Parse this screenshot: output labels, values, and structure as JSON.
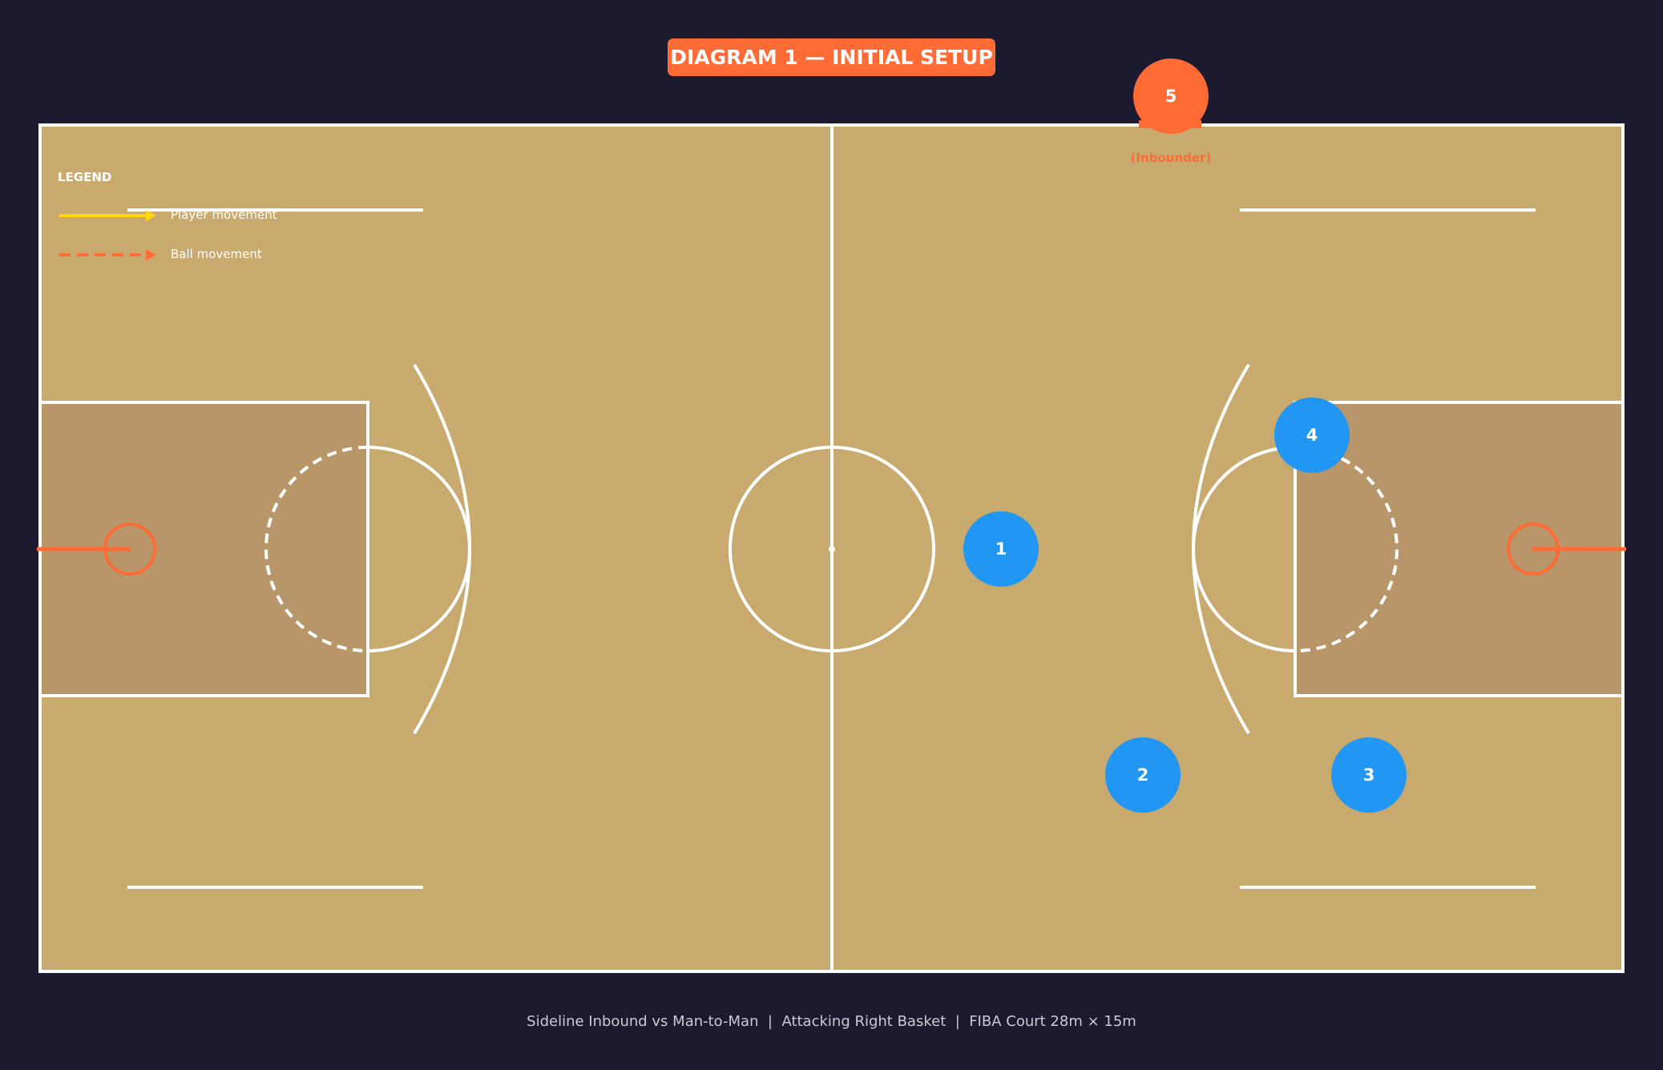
{
  "title": "DIAGRAM 1 — INITIAL SETUP",
  "legend": {
    "heading": "LEGEND",
    "items": [
      {
        "label": "Player movement",
        "color": "#ffd60a",
        "style": "solid"
      },
      {
        "label": "Ball movement",
        "color": "#ff6b35",
        "style": "dashed"
      }
    ]
  },
  "players": [
    {
      "number": "1",
      "team": "offense",
      "color": "#2196f3"
    },
    {
      "number": "2",
      "team": "offense",
      "color": "#2196f3"
    },
    {
      "number": "3",
      "team": "offense",
      "color": "#2196f3"
    },
    {
      "number": "4",
      "team": "offense",
      "color": "#2196f3"
    },
    {
      "number": "5",
      "team": "inbounder",
      "color": "#ff6b35",
      "note": "(Inbounder)"
    }
  ],
  "footer": "Sideline Inbound vs Man-to-Man  |  Attacking Right Basket  |  FIBA Court 28m × 15m",
  "colors": {
    "background": "#1b1a2e",
    "court": "#c8aa6e",
    "paint": "#b8966a",
    "lines": "#ffffff",
    "rim": "#ff6b35",
    "accent": "#ff6b35"
  }
}
